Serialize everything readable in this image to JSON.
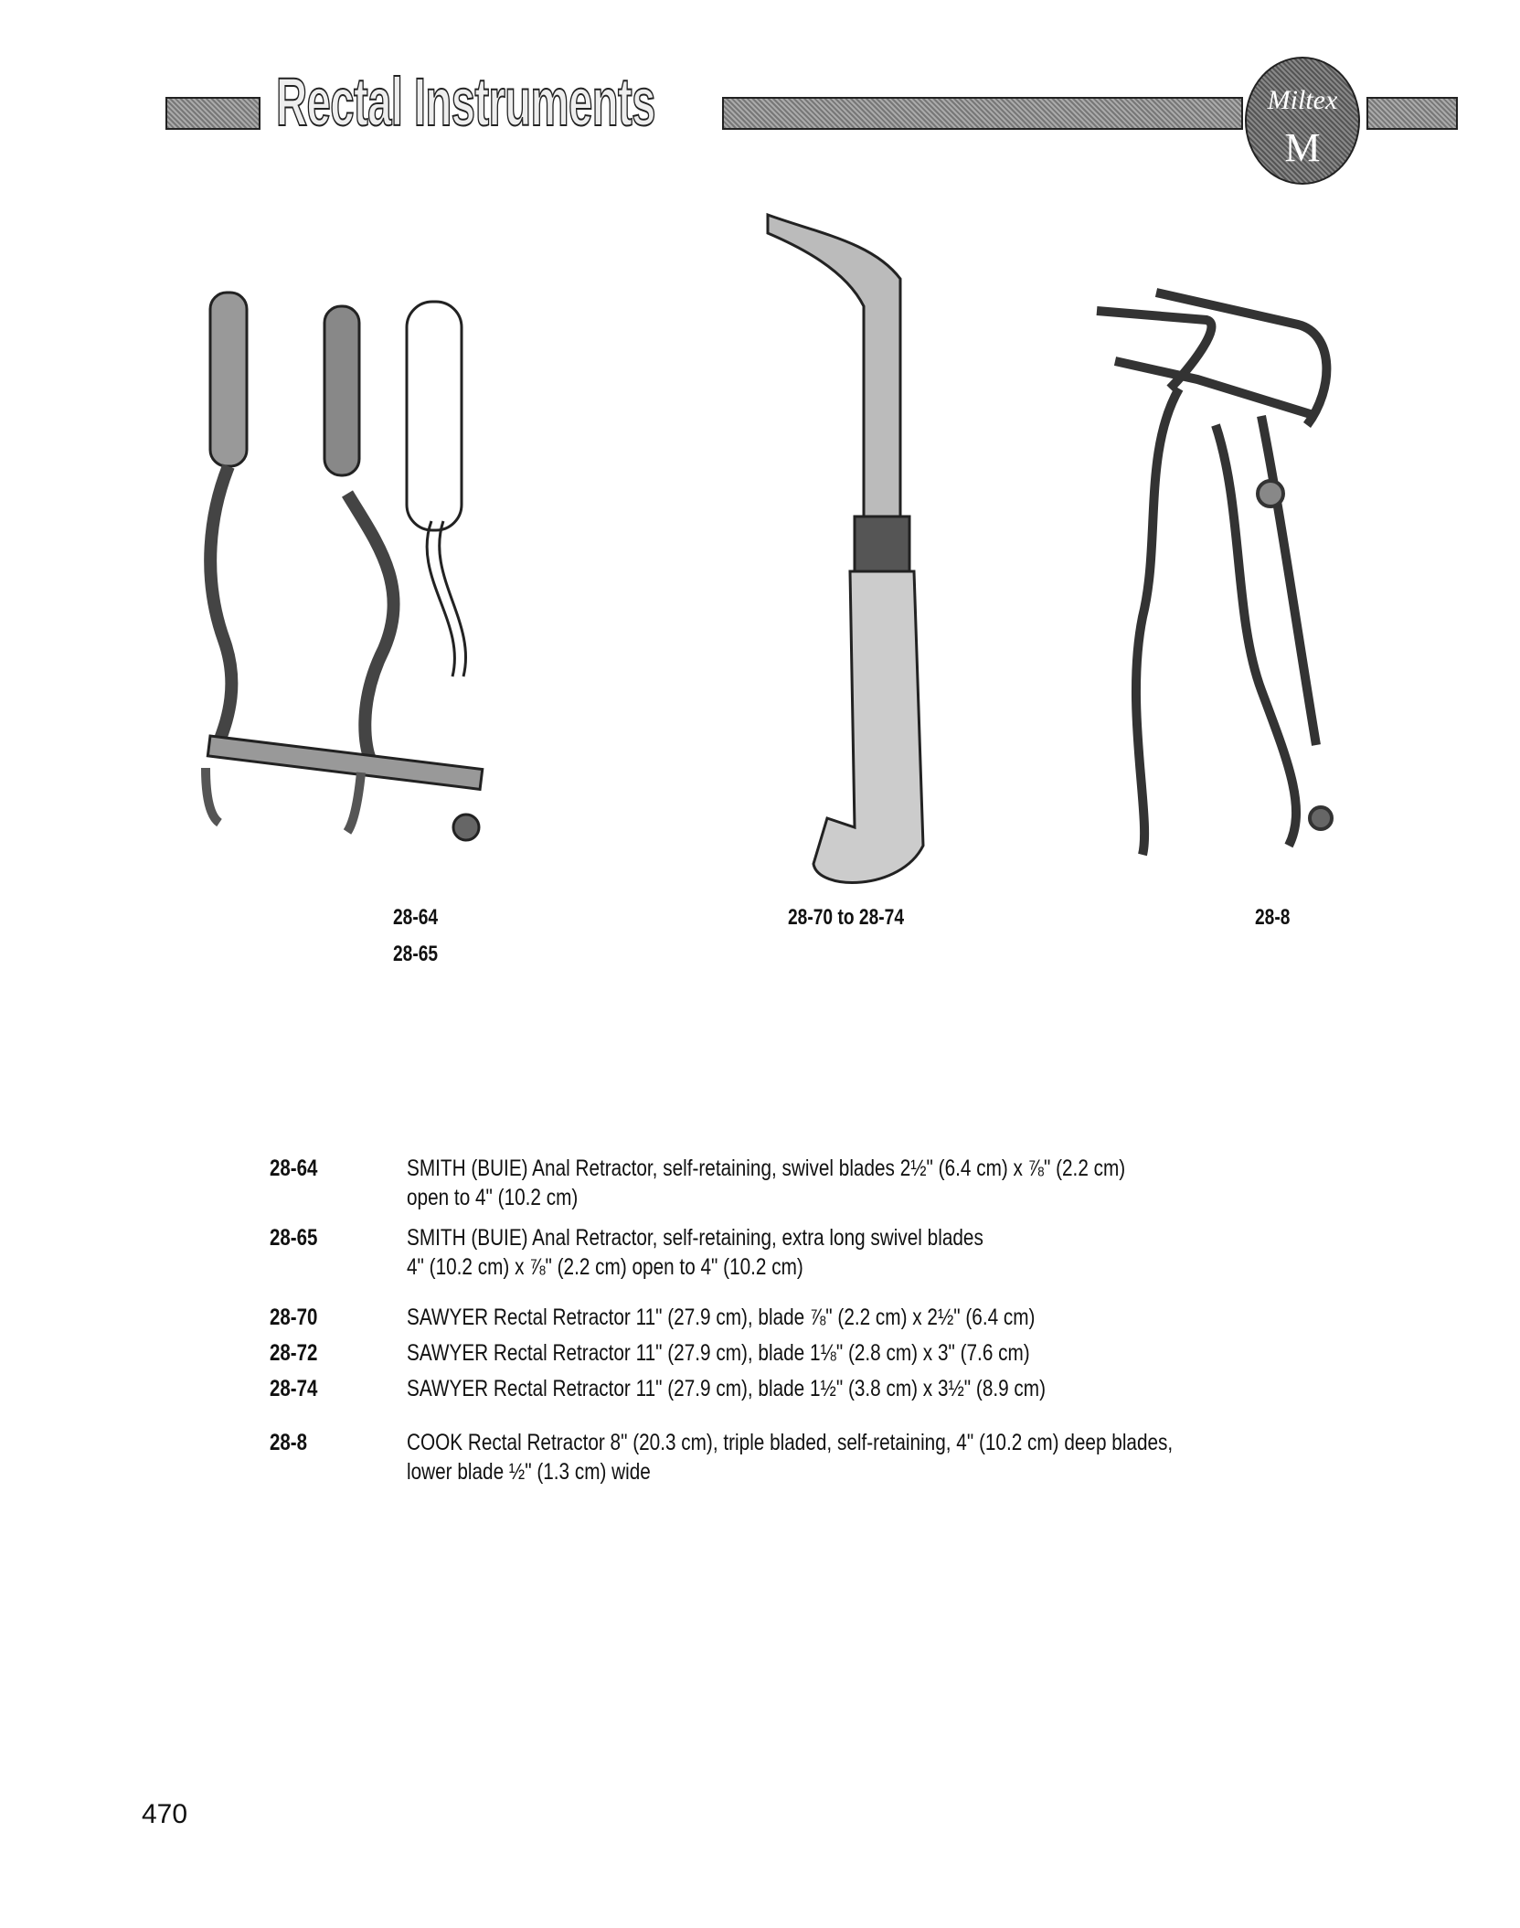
{
  "header": {
    "title": "Rectal Instruments",
    "logo_text": "Miltex M"
  },
  "figures": [
    {
      "caption_lines": [
        "28-64",
        "28-65"
      ]
    },
    {
      "caption_lines": [
        "28-70 to 28-74"
      ]
    },
    {
      "caption_lines": [
        "28-8"
      ]
    }
  ],
  "items": [
    {
      "code": "28-64",
      "lines": [
        "SMITH (BUIE) Anal Retractor, self-retaining, swivel blades 2½\" (6.4 cm) x ⅞\" (2.2 cm)",
        "open to 4\" (10.2 cm)"
      ]
    },
    {
      "code": "28-65",
      "lines": [
        "SMITH (BUIE) Anal Retractor, self-retaining, extra long swivel blades",
        "4\" (10.2 cm) x ⅞\" (2.2 cm) open to 4\" (10.2 cm)"
      ]
    },
    {
      "code": "28-70",
      "lines": [
        "SAWYER Rectal Retractor 11\" (27.9 cm), blade ⅞\"   (2.2 cm) x 2½\" (6.4 cm)"
      ]
    },
    {
      "code": "28-72",
      "lines": [
        "SAWYER Rectal Retractor 11\" (27.9 cm), blade 1⅛\" (2.8 cm) x 3\"    (7.6 cm)"
      ]
    },
    {
      "code": "28-74",
      "lines": [
        "SAWYER Rectal Retractor 11\" (27.9 cm), blade 1½\" (3.8 cm) x 3½\" (8.9 cm)"
      ]
    },
    {
      "code": "28-8",
      "lines": [
        "COOK Rectal Retractor 8\" (20.3 cm), triple bladed, self-retaining, 4\" (10.2 cm) deep blades,",
        "lower blade ½\" (1.3 cm) wide"
      ]
    }
  ],
  "page_number": "470"
}
